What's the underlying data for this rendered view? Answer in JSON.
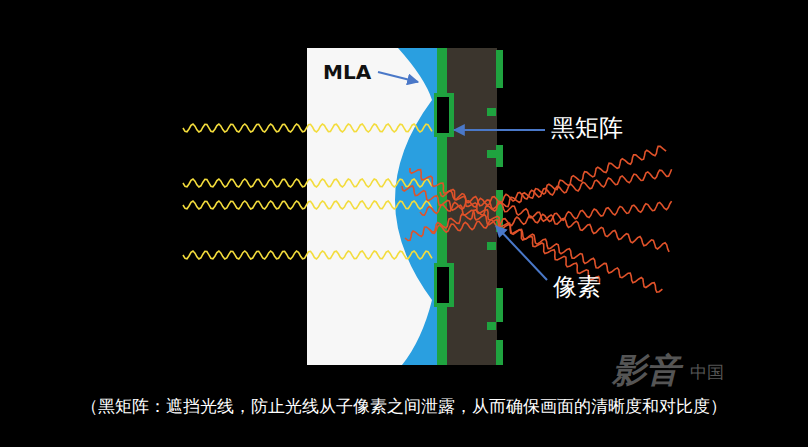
{
  "diagram": {
    "caption": "（黑矩阵：遮挡光线，防止光线从子像素之间泄露，从而确保画面的清晰度和对比度）",
    "labels": [
      "MLA",
      "黑矩阵",
      "像素",
      "影音",
      "中国"
    ]
  }
}
